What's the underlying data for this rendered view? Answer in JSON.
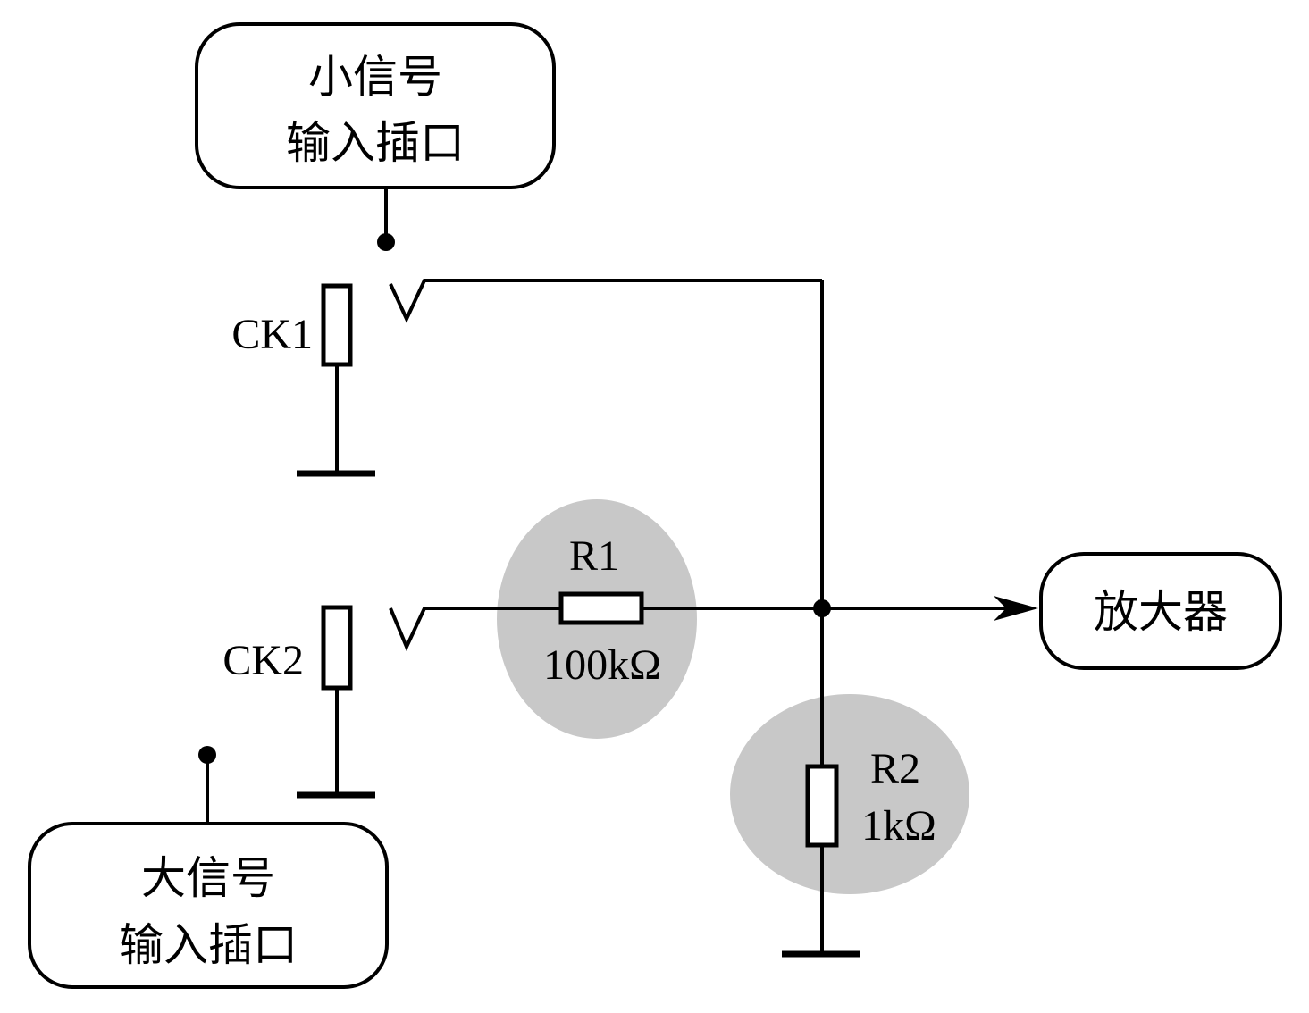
{
  "inputs": {
    "small_signal": {
      "line1": "小信号",
      "line2": "输入插口"
    },
    "large_signal": {
      "line1": "大信号",
      "line2": "输入插口"
    }
  },
  "output": {
    "label": "放大器"
  },
  "components": {
    "ck1": {
      "label": "CK1"
    },
    "ck2": {
      "label": "CK2"
    },
    "r1": {
      "name": "R1",
      "value": "100kΩ"
    },
    "r2": {
      "name": "R2",
      "value": "1kΩ"
    }
  },
  "colors": {
    "highlight": "#c8c8c8",
    "line": "#000000"
  }
}
